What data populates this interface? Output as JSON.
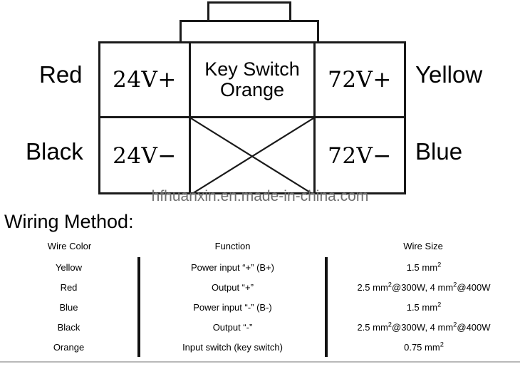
{
  "diagram": {
    "name": "connector-pinout",
    "watermark": "hfhuanxin.en.made-in-china.com",
    "cells": {
      "top_left": "24V+",
      "top_center_line1": "Key Switch",
      "top_center_line2": "Orange",
      "top_right": "72V+",
      "bottom_left": "24V−",
      "bottom_center": "",
      "bottom_right": "72V−"
    },
    "side_labels": {
      "top_left": "Red",
      "bottom_left": "Black",
      "top_right": "Yellow",
      "bottom_right": "Blue"
    }
  },
  "wiring_method": {
    "title": "Wiring Method:",
    "headers": [
      "Wire Color",
      "Function",
      "Wire Size"
    ],
    "rows": [
      {
        "color": "Yellow",
        "function": "Power input “+” (B+)",
        "size_plain": "1.5 mm2",
        "size_parts": [
          {
            "t": "1.5 mm"
          },
          {
            "sup": "2"
          }
        ]
      },
      {
        "color": "Red",
        "function": "Output “+”",
        "size_plain": "2.5 mm2@300W, 4 mm2@400W",
        "size_parts": [
          {
            "t": "2.5 mm"
          },
          {
            "sup": "2"
          },
          {
            "t": "@300W, 4 mm"
          },
          {
            "sup": "2"
          },
          {
            "t": "@400W"
          }
        ]
      },
      {
        "color": "Blue",
        "function": "Power input “-” (B-)",
        "size_plain": "1.5 mm2",
        "size_parts": [
          {
            "t": "1.5 mm"
          },
          {
            "sup": "2"
          }
        ]
      },
      {
        "color": "Black",
        "function": "Output “-”",
        "size_plain": "2.5 mm2@300W, 4 mm2@400W",
        "size_parts": [
          {
            "t": "2.5 mm"
          },
          {
            "sup": "2"
          },
          {
            "t": "@300W, 4 mm"
          },
          {
            "sup": "2"
          },
          {
            "t": "@400W"
          }
        ]
      },
      {
        "color": "Orange",
        "function": "Input switch (key switch)",
        "size_plain": "0.75 mm2",
        "size_parts": [
          {
            "t": "0.75 mm"
          },
          {
            "sup": "2"
          }
        ]
      }
    ]
  },
  "colors": {
    "ink": "#1a1a1a",
    "rule": "#111111",
    "watermark": "#6f6f6f",
    "background": "#ffffff"
  }
}
